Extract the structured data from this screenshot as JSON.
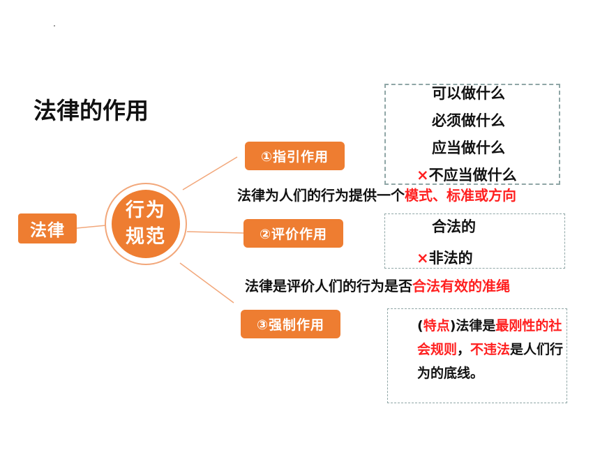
{
  "title": "法律的作用",
  "root": "法律",
  "center": {
    "line1": "行为",
    "line2": "规范"
  },
  "functions": [
    {
      "label": "①指引作用"
    },
    {
      "label": "②评价作用"
    },
    {
      "label": "③强制作用"
    }
  ],
  "guide": {
    "desc_prefix": "法律为人们的行为提供一个",
    "desc_highlight": "模式、标准或方向",
    "items": [
      "可以做什么",
      "必须做什么",
      "应当做什么",
      "不应当做什么"
    ],
    "cross": "×"
  },
  "evaluate": {
    "desc_prefix": "法律是评价人们的行为是否",
    "desc_highlight": "合法有效的准绳",
    "items": [
      "合法的",
      "非法的"
    ],
    "cross": "×"
  },
  "enforce": {
    "p1": "(",
    "p2": "特点",
    "p3": ")法律是",
    "p4": "最刚性的社会规则",
    "p5": "，",
    "p6": "不违法",
    "p7": "是人们行为的底线。"
  },
  "colors": {
    "accent": "#ee7d31",
    "highlight": "#ff1f1f",
    "dash": "#8fa6a6"
  }
}
